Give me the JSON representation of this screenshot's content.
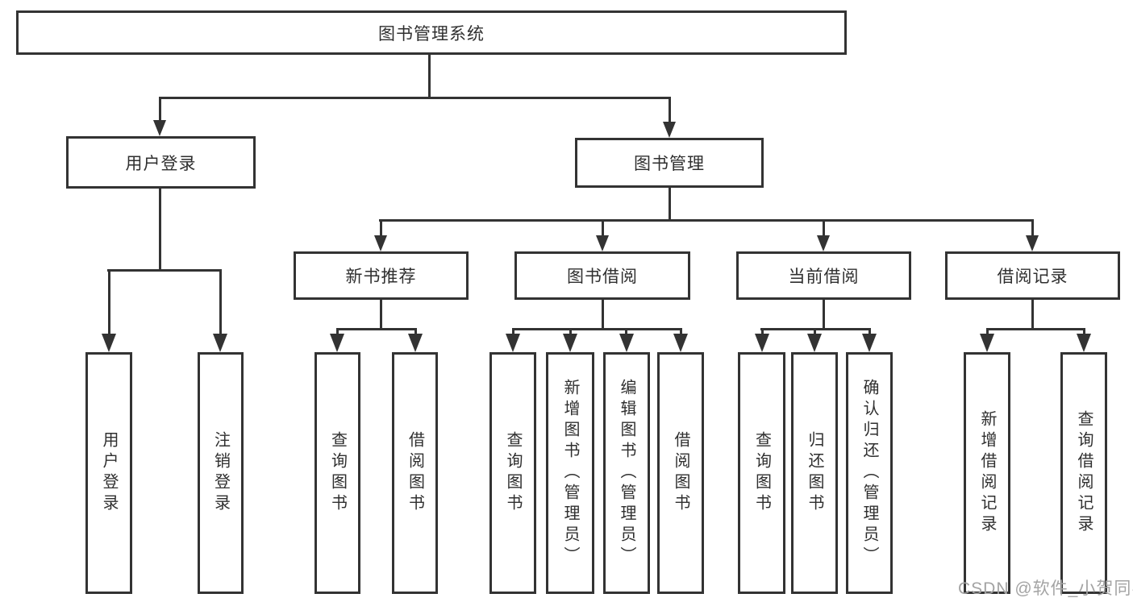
{
  "tree": {
    "label": "图书管理系统",
    "children": [
      {
        "label": "用户登录",
        "children": [
          {
            "label": "用户登录"
          },
          {
            "label": "注销登录"
          }
        ]
      },
      {
        "label": "图书管理",
        "children": [
          {
            "label": "新书推荐",
            "children": [
              {
                "label": "查询图书"
              },
              {
                "label": "借阅图书"
              }
            ]
          },
          {
            "label": "图书借阅",
            "children": [
              {
                "label": "查询图书"
              },
              {
                "label": "新增图书（管理员）"
              },
              {
                "label": "编辑图书（管理员）"
              },
              {
                "label": "借阅图书"
              }
            ]
          },
          {
            "label": "当前借阅",
            "children": [
              {
                "label": "查询图书"
              },
              {
                "label": "归还图书"
              },
              {
                "label": "确认归还（管理员）"
              }
            ]
          },
          {
            "label": "借阅记录",
            "children": [
              {
                "label": "新增借阅记录"
              },
              {
                "label": "查询借阅记录"
              }
            ]
          }
        ]
      }
    ]
  },
  "watermark": {
    "text": "CSDN @软件_小贺同学",
    "color": "#a3a3a3"
  },
  "colors": {
    "line": "#333333",
    "box_border": "#333333",
    "text": "#2f2f2f",
    "background": "#ffffff"
  }
}
